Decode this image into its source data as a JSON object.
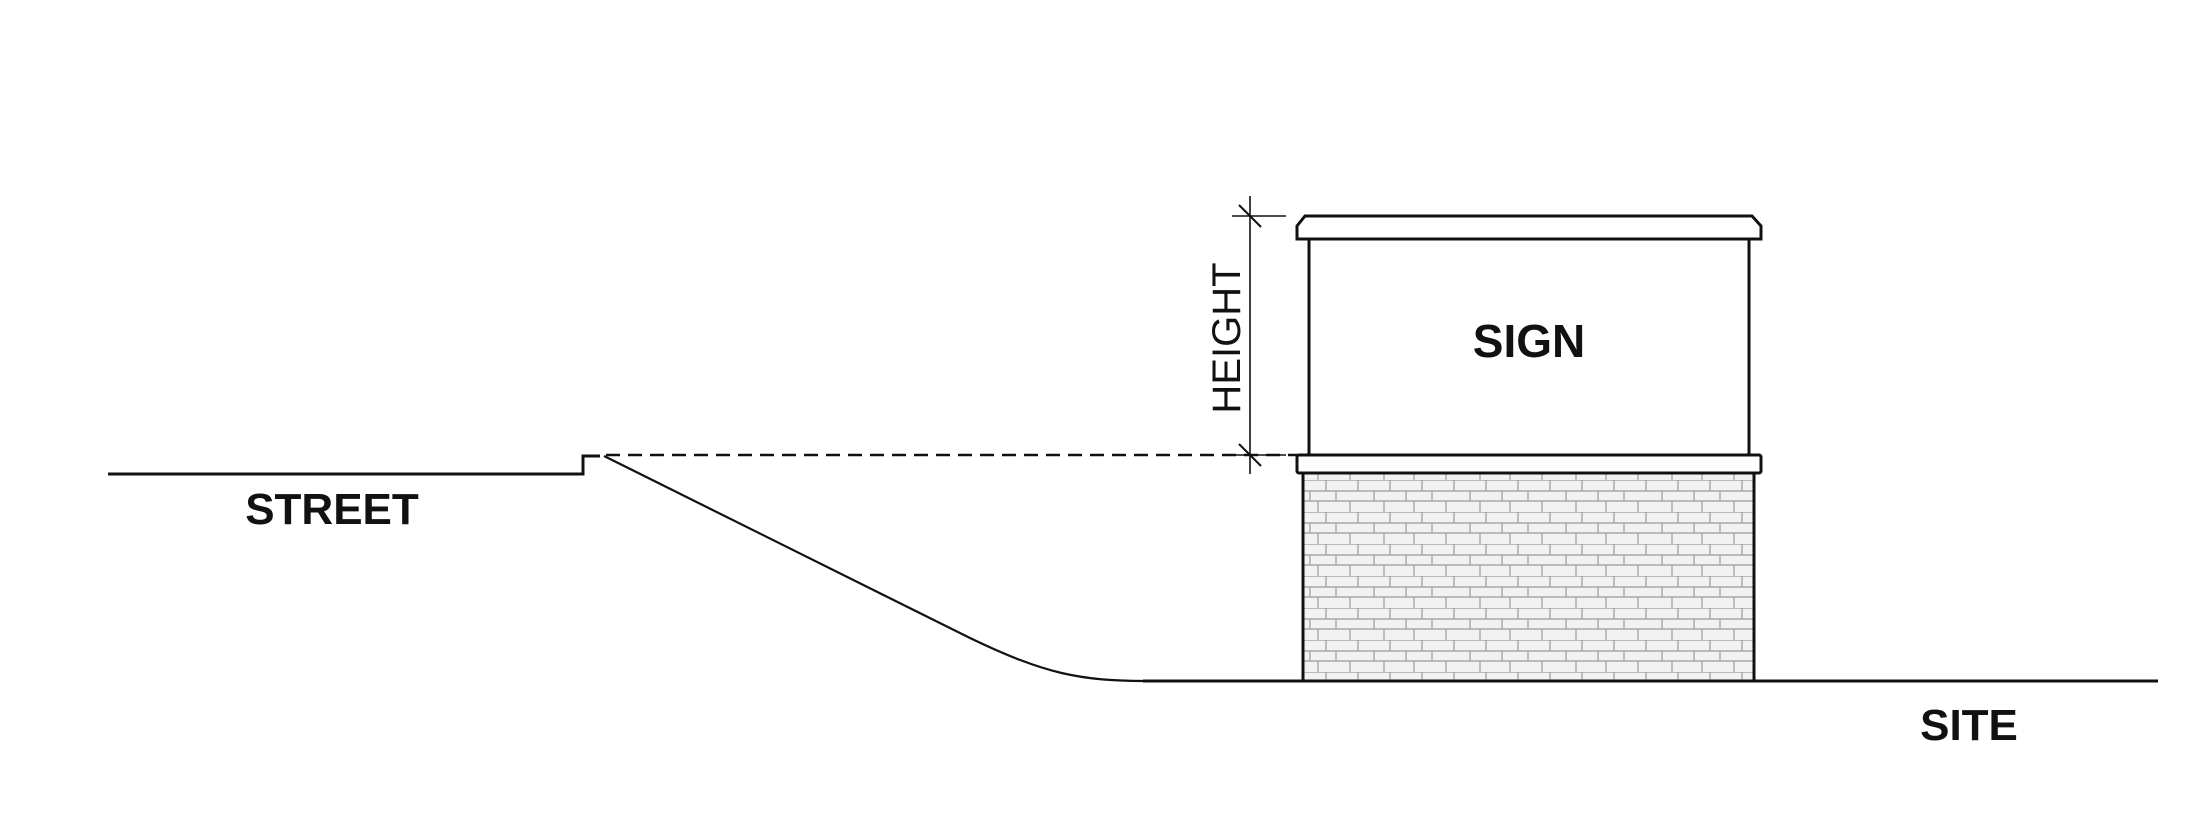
{
  "labels": {
    "street": "STREET",
    "site": "SITE",
    "sign": "SIGN",
    "height": "HEIGHT"
  },
  "colors": {
    "line": "#111111",
    "background": "#ffffff",
    "masonry_fill": "#f2f2f2",
    "masonry_joint": "#9a9a9a"
  }
}
